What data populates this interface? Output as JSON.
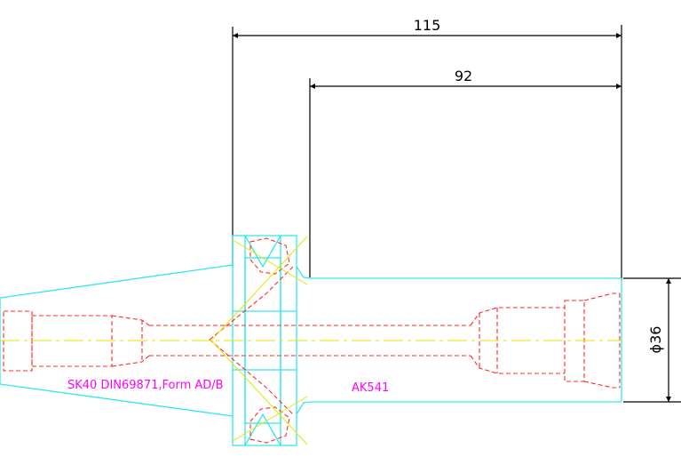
{
  "dimensions": {
    "overall_length": "115",
    "gauge_length": "92",
    "diameter": "ϕ36"
  },
  "annotations": {
    "taper_spec": "SK40 DIN69871,Form AD/B",
    "part_number": "AK541"
  },
  "colors": {
    "outline": "#33e6f0",
    "hidden": "#ff2a2a",
    "center": "#e6e600",
    "dimension": "#000000",
    "text": "#ff00ff",
    "background": "#ffffff"
  }
}
